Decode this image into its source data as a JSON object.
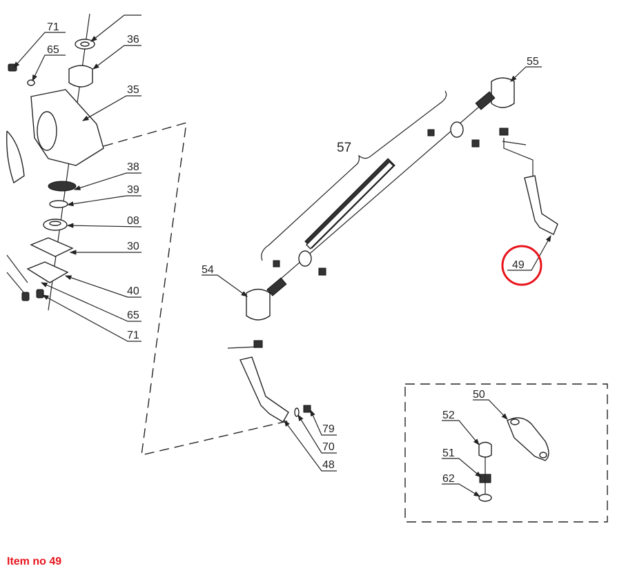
{
  "diagram": {
    "labels": {
      "l71a": "71",
      "l65a": "65",
      "l36": "36",
      "l35": "35",
      "l38": "38",
      "l39": "39",
      "l08": "08",
      "l30": "30",
      "l40": "40",
      "l65b": "65",
      "l71b": "71",
      "l57": "57",
      "l55": "55",
      "l54": "54",
      "l49": "49",
      "l79": "79",
      "l70": "70",
      "l48": "48",
      "l50": "50",
      "l52": "52",
      "l51": "51",
      "l62": "62"
    },
    "highlight_color": "#e8141c"
  },
  "caption": "Item no 49"
}
